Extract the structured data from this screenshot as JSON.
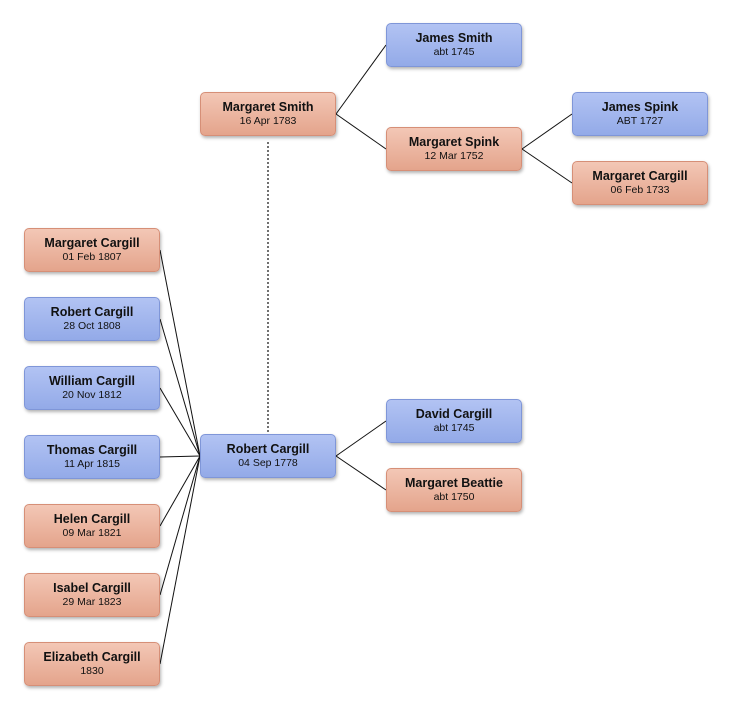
{
  "colors": {
    "male": "#9db2ec",
    "female": "#eab09b",
    "connector": "#111111"
  },
  "nodes": {
    "robert_cargill_1778": {
      "name": "Robert Cargill",
      "date": "04 Sep 1778",
      "sex": "male"
    },
    "margaret_smith": {
      "name": "Margaret Smith",
      "date": "16 Apr 1783",
      "sex": "female"
    },
    "james_smith": {
      "name": "James Smith",
      "date": "abt 1745",
      "sex": "male"
    },
    "margaret_spink": {
      "name": "Margaret Spink",
      "date": "12 Mar 1752",
      "sex": "female"
    },
    "james_spink": {
      "name": "James Spink",
      "date": "ABT 1727",
      "sex": "male"
    },
    "margaret_cargill_1733": {
      "name": "Margaret Cargill",
      "date": "06 Feb 1733",
      "sex": "female"
    },
    "david_cargill": {
      "name": "David Cargill",
      "date": "abt 1745",
      "sex": "male"
    },
    "margaret_beattie": {
      "name": "Margaret Beattie",
      "date": "abt 1750",
      "sex": "female"
    },
    "margaret_cargill_1807": {
      "name": "Margaret Cargill",
      "date": "01 Feb 1807",
      "sex": "female"
    },
    "robert_cargill_1808": {
      "name": "Robert Cargill",
      "date": "28 Oct 1808",
      "sex": "male"
    },
    "william_cargill": {
      "name": "William Cargill",
      "date": "20 Nov 1812",
      "sex": "male"
    },
    "thomas_cargill": {
      "name": "Thomas Cargill",
      "date": "11 Apr 1815",
      "sex": "male"
    },
    "helen_cargill": {
      "name": "Helen Cargill",
      "date": "09 Mar 1821",
      "sex": "female"
    },
    "isabel_cargill": {
      "name": "Isabel Cargill",
      "date": "29 Mar 1823",
      "sex": "female"
    },
    "elizabeth_cargill": {
      "name": "Elizabeth Cargill",
      "date": "1830",
      "sex": "female"
    }
  },
  "relations": {
    "parents": [
      {
        "child": "robert_cargill_1778",
        "father": "david_cargill",
        "mother": "margaret_beattie"
      },
      {
        "child": "margaret_smith",
        "father": "james_smith",
        "mother": "margaret_spink"
      },
      {
        "child": "margaret_spink",
        "father": "james_spink",
        "mother": "margaret_cargill_1733"
      }
    ],
    "spouses": [
      {
        "a": "margaret_smith",
        "b": "robert_cargill_1778"
      }
    ],
    "children_of": {
      "parent": "robert_cargill_1778",
      "children": [
        "margaret_cargill_1807",
        "robert_cargill_1808",
        "william_cargill",
        "thomas_cargill",
        "helen_cargill",
        "isabel_cargill",
        "elizabeth_cargill"
      ]
    }
  }
}
